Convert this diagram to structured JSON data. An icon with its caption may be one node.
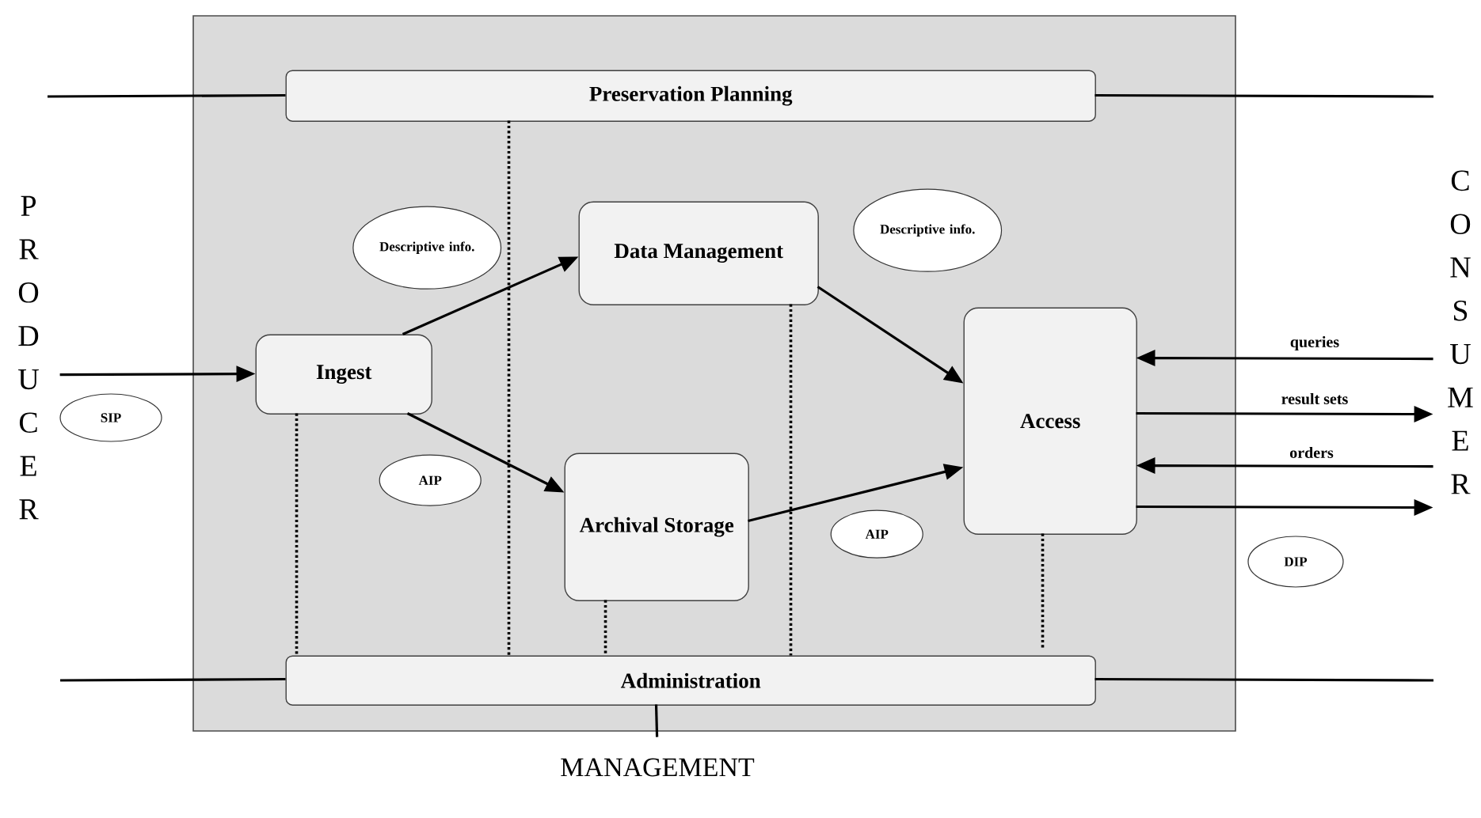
{
  "diagram": {
    "nodes": [
      {
        "text": [],
        "shape": "box"
      },
      {
        "text": [
          "Preservation Planning"
        ],
        "in": 0
      },
      {
        "text": [
          "Ingest"
        ],
        "in": 0
      },
      {
        "text": [
          "Data Management"
        ],
        "in": 0
      },
      {
        "text": [
          "Access"
        ],
        "in": 0
      },
      {
        "text": [
          "Archival Storage"
        ],
        "in": 0
      },
      {
        "text": [
          "Administration"
        ],
        "in": 0
      },
      {
        "text": [
          "PRODUCER"
        ]
      },
      {
        "text": [
          "CONSUMER"
        ]
      },
      {
        "text": [
          "MANAGEMENT"
        ]
      },
      {
        "text": [
          "SIP"
        ]
      },
      {
        "text": [
          "Descriptive info."
        ],
        "in": 0
      },
      {
        "text": [
          "AIP"
        ],
        "in": 0
      },
      {
        "text": [
          "Descriptive info."
        ],
        "in": 0
      },
      {
        "text": [
          "AIP"
        ],
        "in": 0
      },
      {
        "text": [
          "DIP"
        ]
      }
    ],
    "edges": [
      {
        "from": 7,
        "to": 2,
        "arrow": "to"
      },
      {
        "from": 2,
        "to": 3,
        "arrow": "to"
      },
      {
        "from": 2,
        "to": 5,
        "arrow": "to"
      },
      {
        "from": 3,
        "to": 4,
        "arrow": "to"
      },
      {
        "from": 5,
        "to": 4,
        "arrow": "to"
      },
      {
        "from": 8,
        "to": 4,
        "arrow": "to",
        "label": "queries"
      },
      {
        "from": 4,
        "to": 8,
        "arrow": "to",
        "label": "result sets"
      },
      {
        "from": 8,
        "to": 4,
        "arrow": "to",
        "label": "orders"
      },
      {
        "from": 4,
        "to": 8,
        "arrow": "to"
      },
      {
        "from": null,
        "to": 1,
        "arrow": "none"
      },
      {
        "from": 1,
        "to": null,
        "arrow": "none"
      },
      {
        "from": null,
        "to": 6,
        "arrow": "none"
      },
      {
        "from": 6,
        "to": null,
        "arrow": "none"
      },
      {
        "from": 6,
        "to": 9,
        "arrow": "none"
      },
      {
        "from": 2,
        "to": 6,
        "arrow": "none",
        "style": "dashed"
      },
      {
        "from": 1,
        "to": 6,
        "arrow": "none",
        "style": "dashed"
      },
      {
        "from": 5,
        "to": 6,
        "arrow": "none",
        "style": "dashed"
      },
      {
        "from": 3,
        "to": 6,
        "arrow": "none",
        "style": "dashed"
      },
      {
        "from": 4,
        "to": 6,
        "arrow": "none",
        "style": "dashed"
      }
    ]
  }
}
